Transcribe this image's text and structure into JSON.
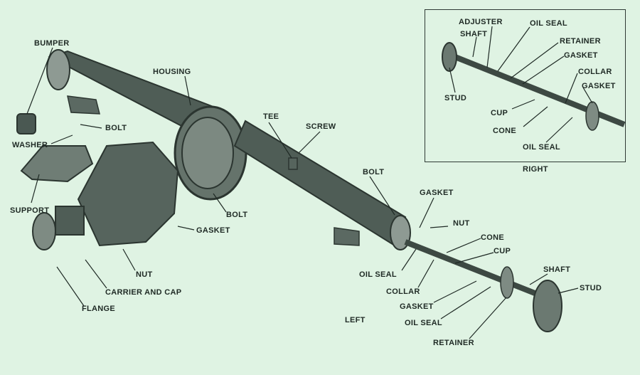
{
  "colors": {
    "background": "#dff3e3",
    "metal_dark": "#34403a",
    "metal_mid": "#5f6e66",
    "metal_light": "#9aa79f",
    "label_text": "#1f2a25"
  },
  "labels": {
    "bumper": "BUMPER",
    "housing": "HOUSING",
    "bolt_top": "BOLT",
    "washer": "WASHER",
    "support": "SUPPORT",
    "bolt_carrier": "BOLT",
    "gasket_carrier": "GASKET",
    "nut_carrier": "NUT",
    "carrier_and_cap": "CARRIER AND CAP",
    "flange": "FLANGE",
    "tee": "TEE",
    "screw": "SCREW",
    "bolt_left_end": "BOLT",
    "gasket_left_end": "GASKET",
    "nut_left_end": "NUT",
    "cone_left": "CONE",
    "cup_left": "CUP",
    "oil_seal_left_inner": "OIL SEAL",
    "collar_left": "COLLAR",
    "gasket_left": "GASKET",
    "oil_seal_left": "OIL SEAL",
    "retainer_left": "RETAINER",
    "shaft_left": "SHAFT",
    "stud_left": "STUD",
    "left_caption": "LEFT"
  },
  "inset": {
    "adjuster": "ADJUSTER",
    "shaft": "SHAFT",
    "oil_seal_top": "OIL SEAL",
    "retainer": "RETAINER",
    "gasket_top": "GASKET",
    "collar": "COLLAR",
    "gasket_right": "GASKET",
    "stud": "STUD",
    "cup": "CUP",
    "cone": "CONE",
    "oil_seal_bottom": "OIL SEAL",
    "caption": "RIGHT"
  }
}
